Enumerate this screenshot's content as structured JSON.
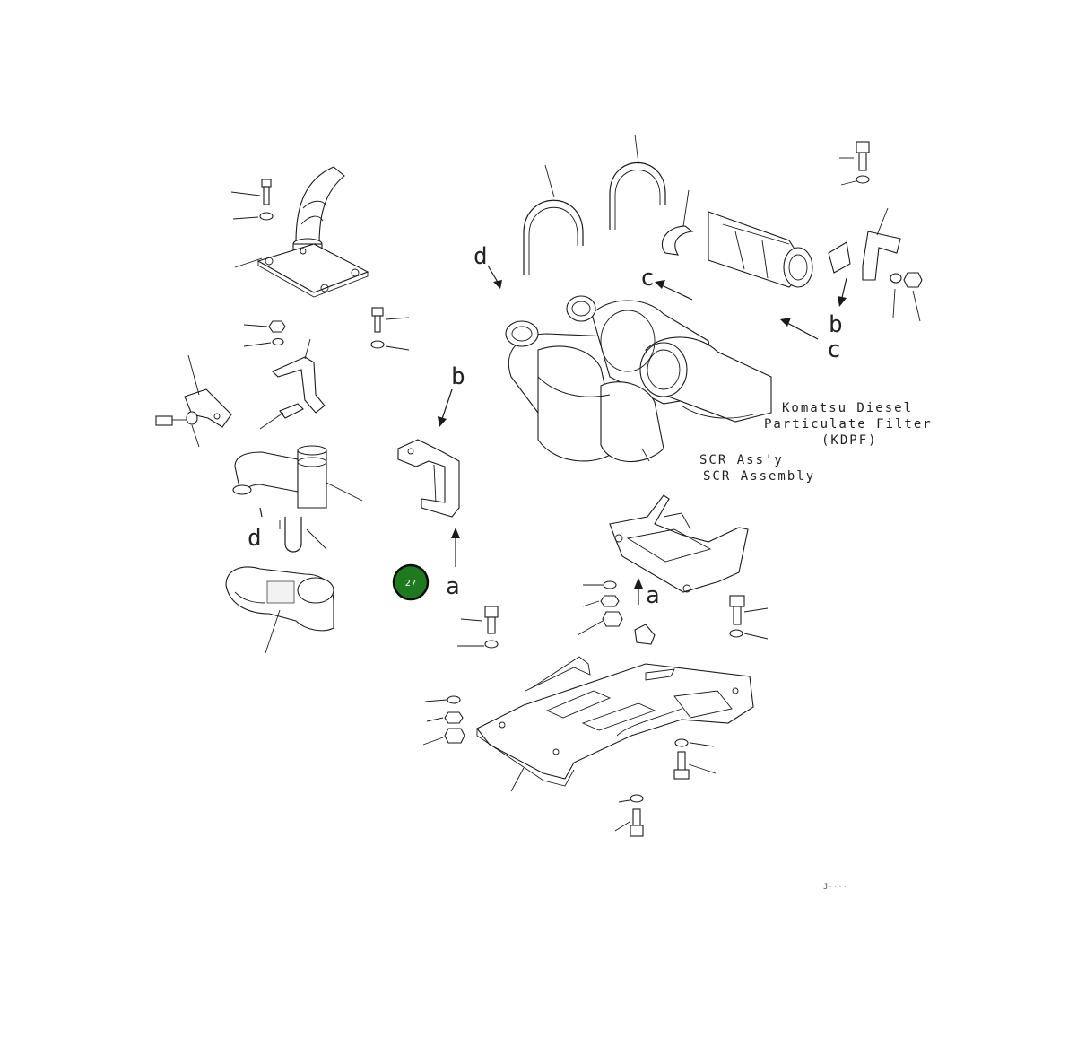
{
  "diagram": {
    "views": {
      "a_top": "a",
      "a_mid": "a",
      "b_top": "b",
      "b_mid": "b",
      "c_top": "c",
      "c_right": "c",
      "d_top": "d",
      "d_left": "d"
    },
    "labels": {
      "kdpf_line1": "Komatsu Diesel",
      "kdpf_line2": "Particulate Filter",
      "kdpf_line3": "(KDPF)",
      "scr_line1": "SCR Ass'y",
      "scr_line2": "SCR Assembly"
    },
    "hotspot": {
      "label": "27",
      "color": "#1f7a1f"
    },
    "figure_code": "J····"
  }
}
